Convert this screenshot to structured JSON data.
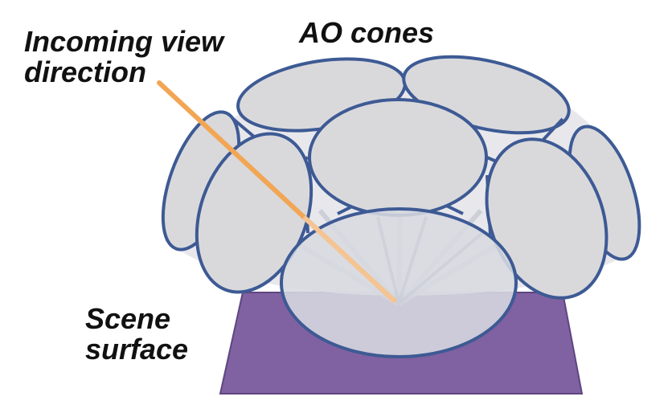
{
  "labels": {
    "ao_cones": "AO cones",
    "incoming_view_line1": "Incoming view",
    "incoming_view_line2": "direction",
    "scene_surface_line1": "Scene",
    "scene_surface_line2": "surface"
  },
  "colors": {
    "cone_fill": "#d9d9dc",
    "cone_stroke": "#3d5a94",
    "surface_fill": "#8061a1",
    "view_arrow": "#f2a654",
    "ray": "#c4c8d2"
  }
}
